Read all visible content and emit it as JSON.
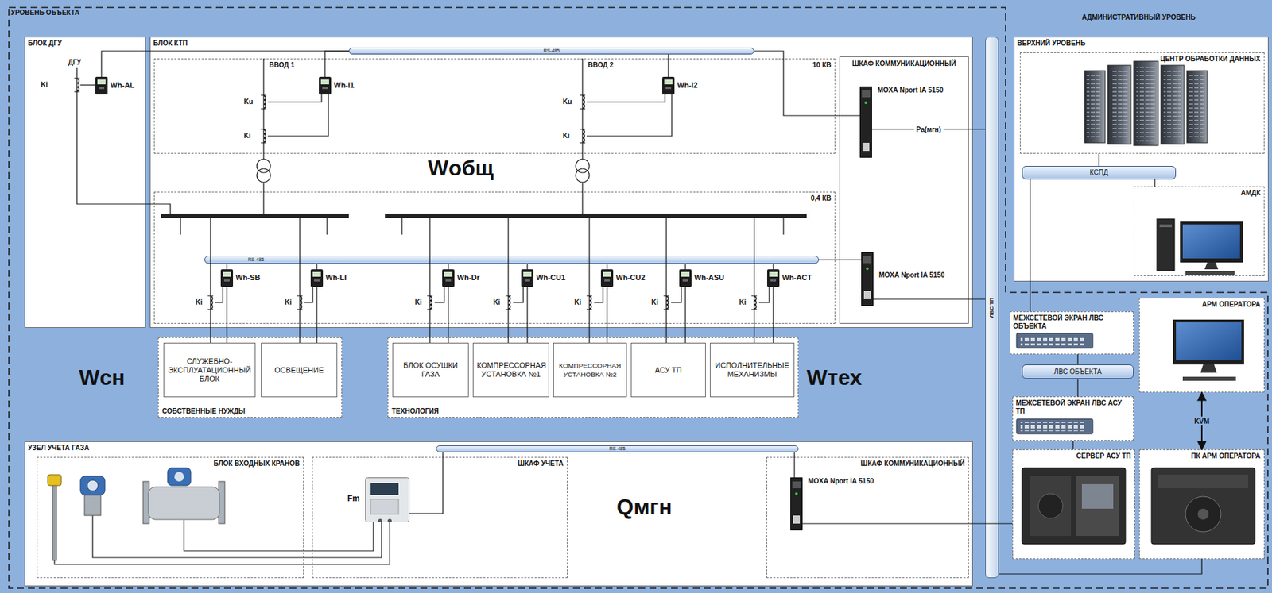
{
  "diagram": {
    "nodes": [
      {
        "text": [
          "УРОВЕНЬ ОБЪЕКТА"
        ]
      },
      {
        "text": [
          "БЛОК ДГУ"
        ],
        "in": 0
      },
      {
        "text": [
          "Wh-AL"
        ],
        "in": 1
      },
      {
        "text": [
          "БЛОК КТП"
        ],
        "in": 0
      },
      {
        "text": [
          "RS-485"
        ],
        "in": 3
      },
      {
        "text": [
          "10 КВ"
        ],
        "in": 3
      },
      {
        "text": [
          "Wh-I1"
        ],
        "in": 5
      },
      {
        "text": [
          "Wh-I2"
        ],
        "in": 5
      },
      {
        "text": [
          "0,4 КВ"
        ],
        "in": 3
      },
      {
        "text": [
          "RS-485"
        ],
        "in": 8
      },
      {
        "text": [
          "Wh-SB"
        ],
        "in": 8
      },
      {
        "text": [
          "Wh-LI"
        ],
        "in": 8
      },
      {
        "text": [
          "Wh-Dr"
        ],
        "in": 8
      },
      {
        "text": [
          "Wh-CU1"
        ],
        "in": 8
      },
      {
        "text": [
          "Wh-CU2"
        ],
        "in": 8
      },
      {
        "text": [
          "Wh-ASU"
        ],
        "in": 8
      },
      {
        "text": [
          "Wh-ACT"
        ],
        "in": 8
      },
      {
        "text": [
          "ШКАФ КОММУНИКАЦИОННЫЙ"
        ],
        "in": 3
      },
      {
        "text": [
          "MOXA Nport IA 5150"
        ],
        "in": 17
      },
      {
        "text": [
          "MOXA Nport IA 5150"
        ],
        "in": 17
      },
      {
        "text": [
          "СОБСТВЕННЫЕ НУЖДЫ"
        ],
        "in": 0
      },
      {
        "text": [
          "СЛУЖЕБНО-ЭКСПЛУАТАЦИОННЫЙ БЛОК"
        ],
        "in": 20
      },
      {
        "text": [
          "ОСВЕЩЕНИЕ"
        ],
        "in": 20
      },
      {
        "text": [
          "ТЕХНОЛОГИЯ"
        ],
        "in": 0
      },
      {
        "text": [
          "БЛОК ОСУШКИ ГАЗА"
        ],
        "in": 23
      },
      {
        "text": [
          "КОМПРЕССОРНАЯ УСТАНОВКА №1"
        ],
        "in": 23
      },
      {
        "text": [
          "КОМПРЕССОРНАЯ УСТАНОВКА №2"
        ],
        "in": 23
      },
      {
        "text": [
          "АСУ ТП"
        ],
        "in": 23
      },
      {
        "text": [
          "ИСПОЛНИТЕЛЬНЫЕ МЕХАНИЗМЫ"
        ],
        "in": 23
      },
      {
        "text": [
          "УЗЕЛ УЧЕТА ГАЗА"
        ],
        "in": 0
      },
      {
        "text": [
          "RS-485"
        ],
        "in": 29
      },
      {
        "text": [
          "БЛОК ВХОДНЫХ КРАНОВ"
        ],
        "in": 29
      },
      {
        "text": [
          "ШКАФ УЧЕТА"
        ],
        "in": 29
      },
      {
        "text": [
          "Fm"
        ],
        "in": 32
      },
      {
        "text": [
          "ШКАФ КОММУНИКАЦИОННЫЙ"
        ],
        "in": 29
      },
      {
        "text": [
          "MOXA Nport IA 5150"
        ],
        "in": 34
      },
      {
        "text": [
          "ЛВС ТП"
        ],
        "in": 0
      },
      {
        "text": [
          "ВЕРХНИЙ УРОВЕНЬ"
        ]
      },
      {
        "text": [
          "ЦЕНТР ОБРАБОТКИ ДАННЫХ"
        ],
        "in": 37
      },
      {
        "text": [
          "КСПД"
        ],
        "in": 37
      },
      {
        "text": [
          "АМДК"
        ],
        "in": 37
      },
      {
        "text": [
          "МЕЖСЕТЕВОЙ ЭКРАН ЛВС ОБЪЕКТА"
        ],
        "in": 0
      },
      {
        "text": [
          "ЛВС ОБЪЕКТА"
        ],
        "in": 0
      },
      {
        "text": [
          "АРМ ОПЕРАТОРА"
        ],
        "in": 0
      },
      {
        "text": [
          "МЕЖСЕТЕВОЙ ЭКРАН ЛВС АСУ ТП"
        ],
        "in": 0
      },
      {
        "text": [
          "СЕРВЕР АСУ ТП"
        ],
        "in": 0
      },
      {
        "text": [
          "ПК АРМ ОПЕРАТОРА"
        ],
        "in": 0
      }
    ],
    "edges": [
      {
        "from": 2,
        "to": 4,
        "arrow": "none"
      },
      {
        "from": 6,
        "to": 4,
        "arrow": "none"
      },
      {
        "from": 7,
        "to": 4,
        "arrow": "none"
      },
      {
        "from": 4,
        "to": 18,
        "arrow": "none"
      },
      {
        "from": 18,
        "to": 36,
        "label": "Pa(мгн)",
        "arrow": "none"
      },
      {
        "from": 10,
        "to": 9,
        "arrow": "none"
      },
      {
        "from": 11,
        "to": 9,
        "arrow": "none"
      },
      {
        "from": 12,
        "to": 9,
        "arrow": "none"
      },
      {
        "from": 13,
        "to": 9,
        "arrow": "none"
      },
      {
        "from": 14,
        "to": 9,
        "arrow": "none"
      },
      {
        "from": 15,
        "to": 9,
        "arrow": "none"
      },
      {
        "from": 16,
        "to": 9,
        "arrow": "none"
      },
      {
        "from": 9,
        "to": 19,
        "arrow": "none"
      },
      {
        "from": 19,
        "to": 36,
        "arrow": "none"
      },
      {
        "from": 10,
        "to": 21,
        "arrow": "none"
      },
      {
        "from": 11,
        "to": 22,
        "arrow": "none"
      },
      {
        "from": 12,
        "to": 24,
        "arrow": "none"
      },
      {
        "from": 13,
        "to": 25,
        "arrow": "none"
      },
      {
        "from": 14,
        "to": 26,
        "arrow": "none"
      },
      {
        "from": 15,
        "to": 27,
        "arrow": "none"
      },
      {
        "from": 16,
        "to": 28,
        "arrow": "none"
      },
      {
        "from": 33,
        "to": 30,
        "arrow": "none"
      },
      {
        "from": 30,
        "to": 35,
        "arrow": "none"
      },
      {
        "from": 35,
        "to": 45,
        "arrow": "none"
      },
      {
        "from": 36,
        "to": 46,
        "arrow": "none"
      },
      {
        "from": 39,
        "to": 38,
        "arrow": "none"
      },
      {
        "from": 39,
        "to": 40,
        "arrow": "none"
      },
      {
        "from": 39,
        "to": 41,
        "arrow": "none"
      },
      {
        "from": 41,
        "to": 42,
        "arrow": "none"
      },
      {
        "from": 42,
        "to": 44,
        "arrow": "none"
      },
      {
        "from": 44,
        "to": 45,
        "arrow": "none"
      },
      {
        "from": 43,
        "to": 46,
        "label": "KVM",
        "arrow": "both"
      }
    ],
    "labels": [
      "АДМИНИСТРАТИВНЫЙ УРОВЕНЬ",
      "ДГУ",
      "Ki",
      "ВВОД 1",
      "Ku",
      "Ki",
      "ВВОД 2",
      "Ku",
      "Ki",
      "Wобщ",
      "Ki",
      "Ki",
      "Ki",
      "Ki",
      "Ki",
      "Ki",
      "Ki",
      "Wсн",
      "Wтех",
      "Qмгн"
    ]
  }
}
